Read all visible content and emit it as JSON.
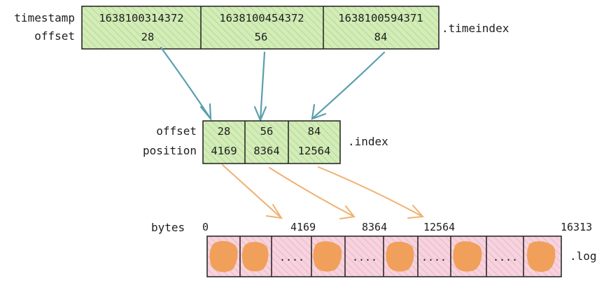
{
  "timeindex": {
    "row_labels": [
      "timestamp",
      "offset"
    ],
    "timestamps": [
      "1638100314372",
      "1638100454372",
      "1638100594371"
    ],
    "offsets": [
      "28",
      "56",
      "84"
    ],
    "file_label": ".timeindex"
  },
  "index": {
    "row_labels": [
      "offset",
      "position"
    ],
    "offsets": [
      "28",
      "56",
      "84"
    ],
    "positions": [
      "4169",
      "8364",
      "12564"
    ],
    "file_label": ".index"
  },
  "log": {
    "axis_label": "bytes",
    "markers": [
      "0",
      "4169",
      "8364",
      "12564",
      "16313"
    ],
    "gap_text": "....",
    "file_label": ".log"
  },
  "colors": {
    "index_fill": "#d3ecb8",
    "log_fill": "#f6d3de",
    "record_blob": "#f0a05a",
    "timeindex_arrow": "#5a9fac",
    "index_arrow": "#f0b070",
    "ink": "#1e1e1e"
  }
}
